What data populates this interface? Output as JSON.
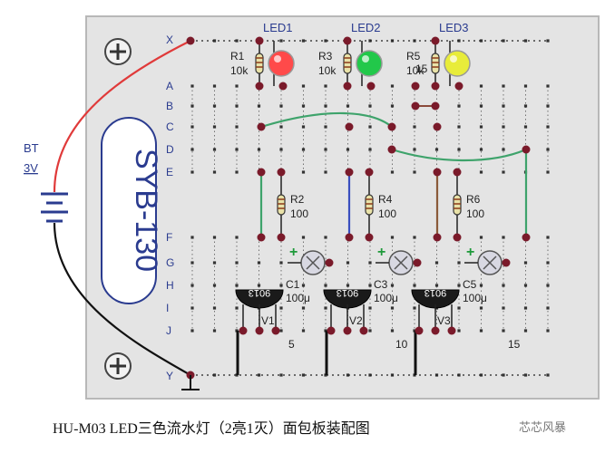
{
  "battery": {
    "label": "BT",
    "voltage": "3V"
  },
  "board": {
    "model": "SYB-130"
  },
  "rows": {
    "top": "X",
    "bottom": "Y",
    "upper": [
      "A",
      "B",
      "C",
      "D",
      "E"
    ],
    "lower": [
      "F",
      "G",
      "H",
      "I",
      "J"
    ]
  },
  "column_numbers": {
    "n5": "5",
    "n10": "10",
    "n15": "15"
  },
  "leds": [
    {
      "name": "LED1",
      "color": "#ff4a4a"
    },
    {
      "name": "LED2",
      "color": "#22c84a"
    },
    {
      "name": "LED3",
      "color": "#e8ec3a"
    }
  ],
  "top_resistors": [
    {
      "name": "R1",
      "value": "10k"
    },
    {
      "name": "R3",
      "value": "10k"
    },
    {
      "name": "R5",
      "value": "10k"
    }
  ],
  "mid_resistors": [
    {
      "name": "R2",
      "value": "100"
    },
    {
      "name": "R4",
      "value": "100"
    },
    {
      "name": "R6",
      "value": "100"
    }
  ],
  "capacitors": [
    {
      "name": "C1",
      "value": "100μ"
    },
    {
      "name": "C3",
      "value": "100μ"
    },
    {
      "name": "C5",
      "value": "100μ"
    }
  ],
  "transistors": [
    {
      "name": "V1",
      "part": "9013"
    },
    {
      "name": "V2",
      "part": "9013"
    },
    {
      "name": "V3",
      "part": "9013"
    }
  ],
  "caption": "HU-M03 LED三色流水灯（2亮1灭）面包板装配图",
  "watermark": "芯芯风暴"
}
